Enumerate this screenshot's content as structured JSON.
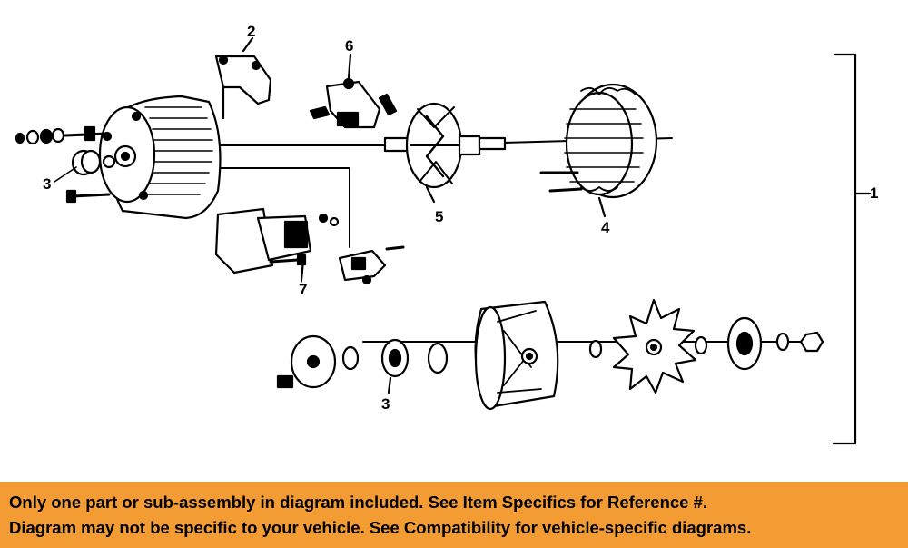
{
  "diagram": {
    "callouts": [
      "1",
      "2",
      "3",
      "4",
      "5",
      "6",
      "7",
      "3"
    ]
  },
  "banner": {
    "line1": "Only one part or sub-assembly in diagram included. See Item Specifics for Reference #.",
    "line2": "Diagram may not be specific to your vehicle. See Compatibility for vehicle-specific diagrams."
  },
  "colors": {
    "banner_bg": "#f39c33",
    "ink": "#000000"
  }
}
